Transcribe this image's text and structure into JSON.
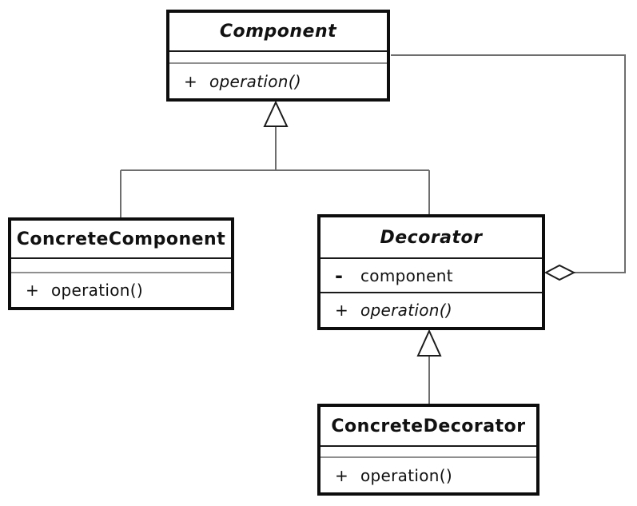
{
  "diagram": {
    "kind": "uml-class-diagram",
    "pattern": "Decorator",
    "classes": [
      {
        "id": "component",
        "name": "Component",
        "abstract": true,
        "attributes": [],
        "methods": [
          {
            "visibility": "+",
            "signature": "operation()",
            "abstract": true
          }
        ]
      },
      {
        "id": "concrete-component",
        "name": "ConcreteComponent",
        "abstract": false,
        "attributes": [],
        "methods": [
          {
            "visibility": "+",
            "signature": "operation()",
            "abstract": false
          }
        ]
      },
      {
        "id": "decorator",
        "name": "Decorator",
        "abstract": true,
        "attributes": [
          {
            "visibility": "-",
            "name": "component"
          }
        ],
        "methods": [
          {
            "visibility": "+",
            "signature": "operation()",
            "abstract": true
          }
        ]
      },
      {
        "id": "concrete-decorator",
        "name": "ConcreteDecorator",
        "abstract": false,
        "attributes": [],
        "methods": [
          {
            "visibility": "+",
            "signature": "operation()",
            "abstract": false
          }
        ]
      }
    ],
    "relationships": [
      {
        "type": "generalization",
        "from": "ConcreteComponent",
        "to": "Component"
      },
      {
        "type": "generalization",
        "from": "Decorator",
        "to": "Component"
      },
      {
        "type": "generalization",
        "from": "ConcreteDecorator",
        "to": "Decorator"
      },
      {
        "type": "aggregation",
        "from": "Decorator",
        "to": "Component"
      }
    ],
    "colors": {
      "box_border": "#0d0d0d",
      "box_fill": "#ffffff",
      "connector_line": "#6e6e6e",
      "arrow_outline": "#1c1c1c",
      "text": "#111111"
    }
  }
}
